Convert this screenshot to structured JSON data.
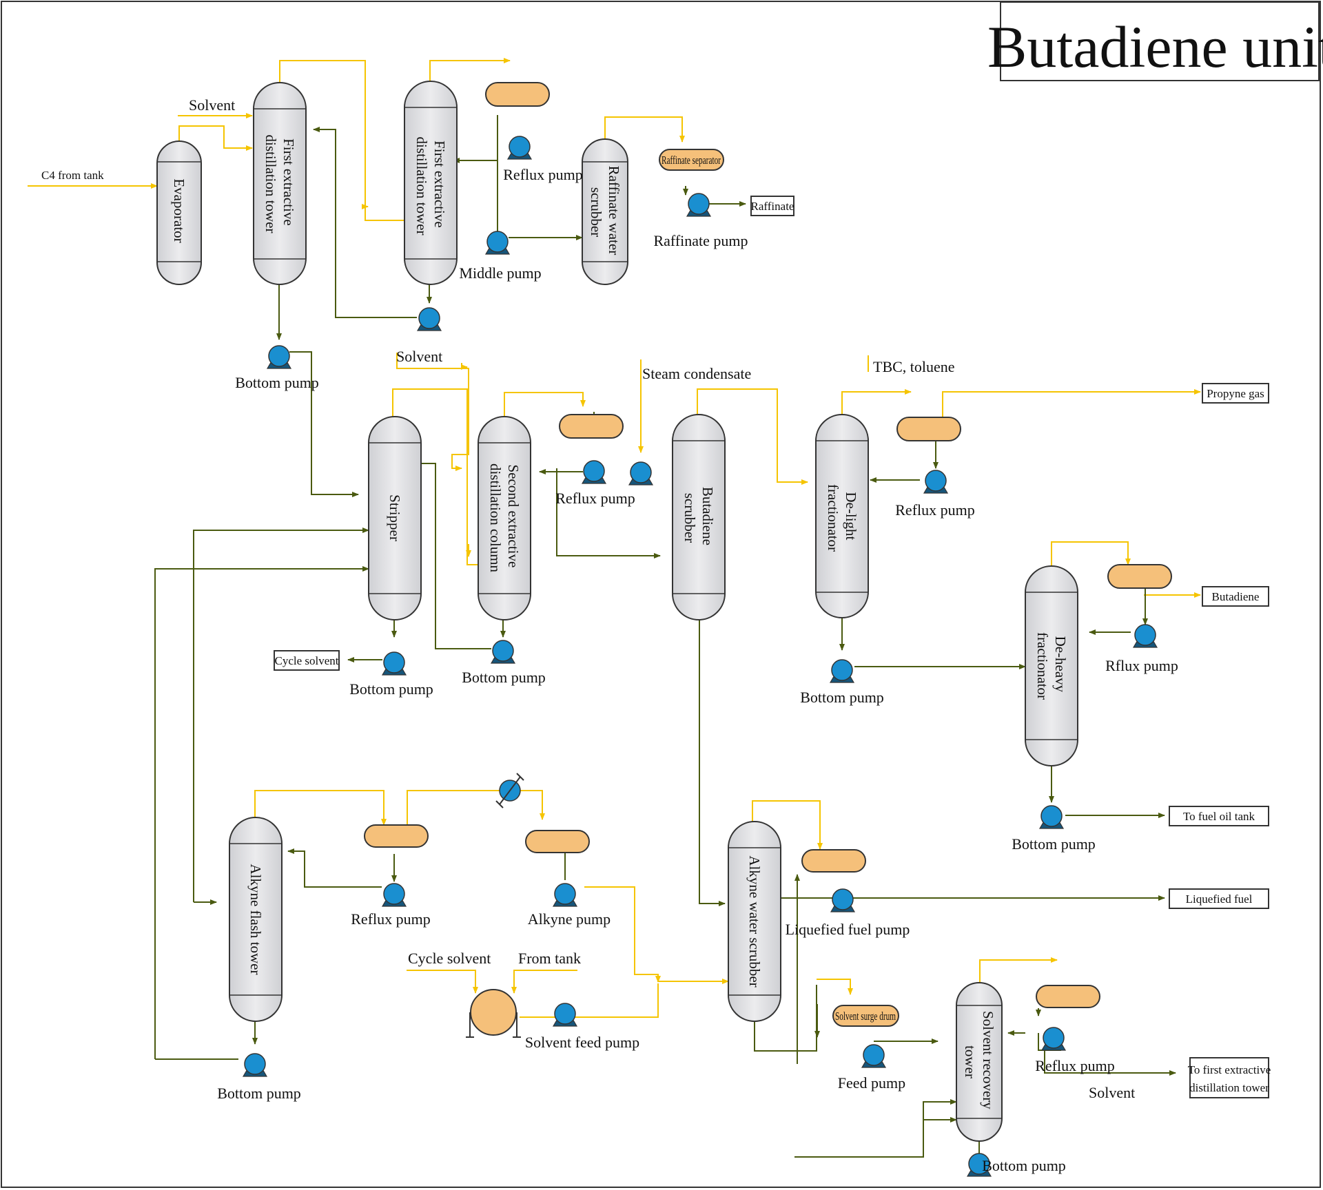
{
  "title": "Butadiene unit",
  "colors": {
    "yellow_line": "#F5C400",
    "olive_line": "#4A5A10",
    "vessel_fill": "#E4E4E6",
    "drum_fill": "#F5C07A",
    "pump_fill": "#1A8FD0",
    "border": "#333333"
  },
  "vessels": {
    "evaporator": "Evaporator",
    "t1": [
      "First extractive",
      "distillation tower"
    ],
    "t2": [
      "First extractive",
      "distillation tower"
    ],
    "raffinate_scrubber": [
      "Raffinate water",
      "scrubber"
    ],
    "stripper": "Stripper",
    "second_extractive": [
      "Second extractive",
      "distillation column"
    ],
    "butadiene_scrubber": [
      "Butadiene",
      "scrubber"
    ],
    "delight": [
      "De-light",
      "fractionator"
    ],
    "deheavy": [
      "De-heavy",
      "fractionator"
    ],
    "alkyne_flash": "Alkyne flash tower",
    "alkyne_water": "Alkyne water scrubber",
    "solvent_recovery": [
      "Solvent recovery",
      "tower"
    ]
  },
  "drums": {
    "raffinate_separator": "Raffinate separator",
    "solvent_surge": "Solvent surge drum"
  },
  "pumps": {
    "reflux_1": "Reflux pump",
    "middle": "Middle pump",
    "raffinate": "Raffinate pump",
    "bottom_1": "Bottom pump",
    "reflux_2": "Reflux pump",
    "bottom_stripper": "Bottom pump",
    "bottom_second": "Bottom pump",
    "reflux_delight": "Reflux pump",
    "bottom_delight": "Bottom pump",
    "reflux_deheavy": "Rflux pump",
    "bottom_deheavy": "Bottom pump",
    "reflux_alkyne": "Reflux pump",
    "alkyne": "Alkyne pump",
    "solvent_feed": "Solvent feed pump",
    "bottom_alkyne": "Bottom pump",
    "liquefied_fuel": "Liquefied fuel pump",
    "feed": "Feed pump",
    "reflux_recovery": "Reflux pump",
    "bottom_recovery": "Bottom pump"
  },
  "streams": {
    "c4": "C4 from tank",
    "solvent_1": "Solvent",
    "solvent_2": "Solvent",
    "steam": "Steam condensate",
    "tbc": "TBC, toluene",
    "cycle_solvent_in": "Cycle solvent",
    "from_tank": "From tank",
    "solvent_out": "Solvent"
  },
  "products": {
    "raffinate": "Raffinate",
    "propyne": "Propyne gas",
    "butadiene": "Butadiene",
    "fuel_oil": "To fuel oil tank",
    "liquefied_fuel": "Liquefied fuel",
    "cycle_solvent": "Cycle solvent",
    "to_first": [
      "To first extractive",
      "distillation tower"
    ]
  }
}
